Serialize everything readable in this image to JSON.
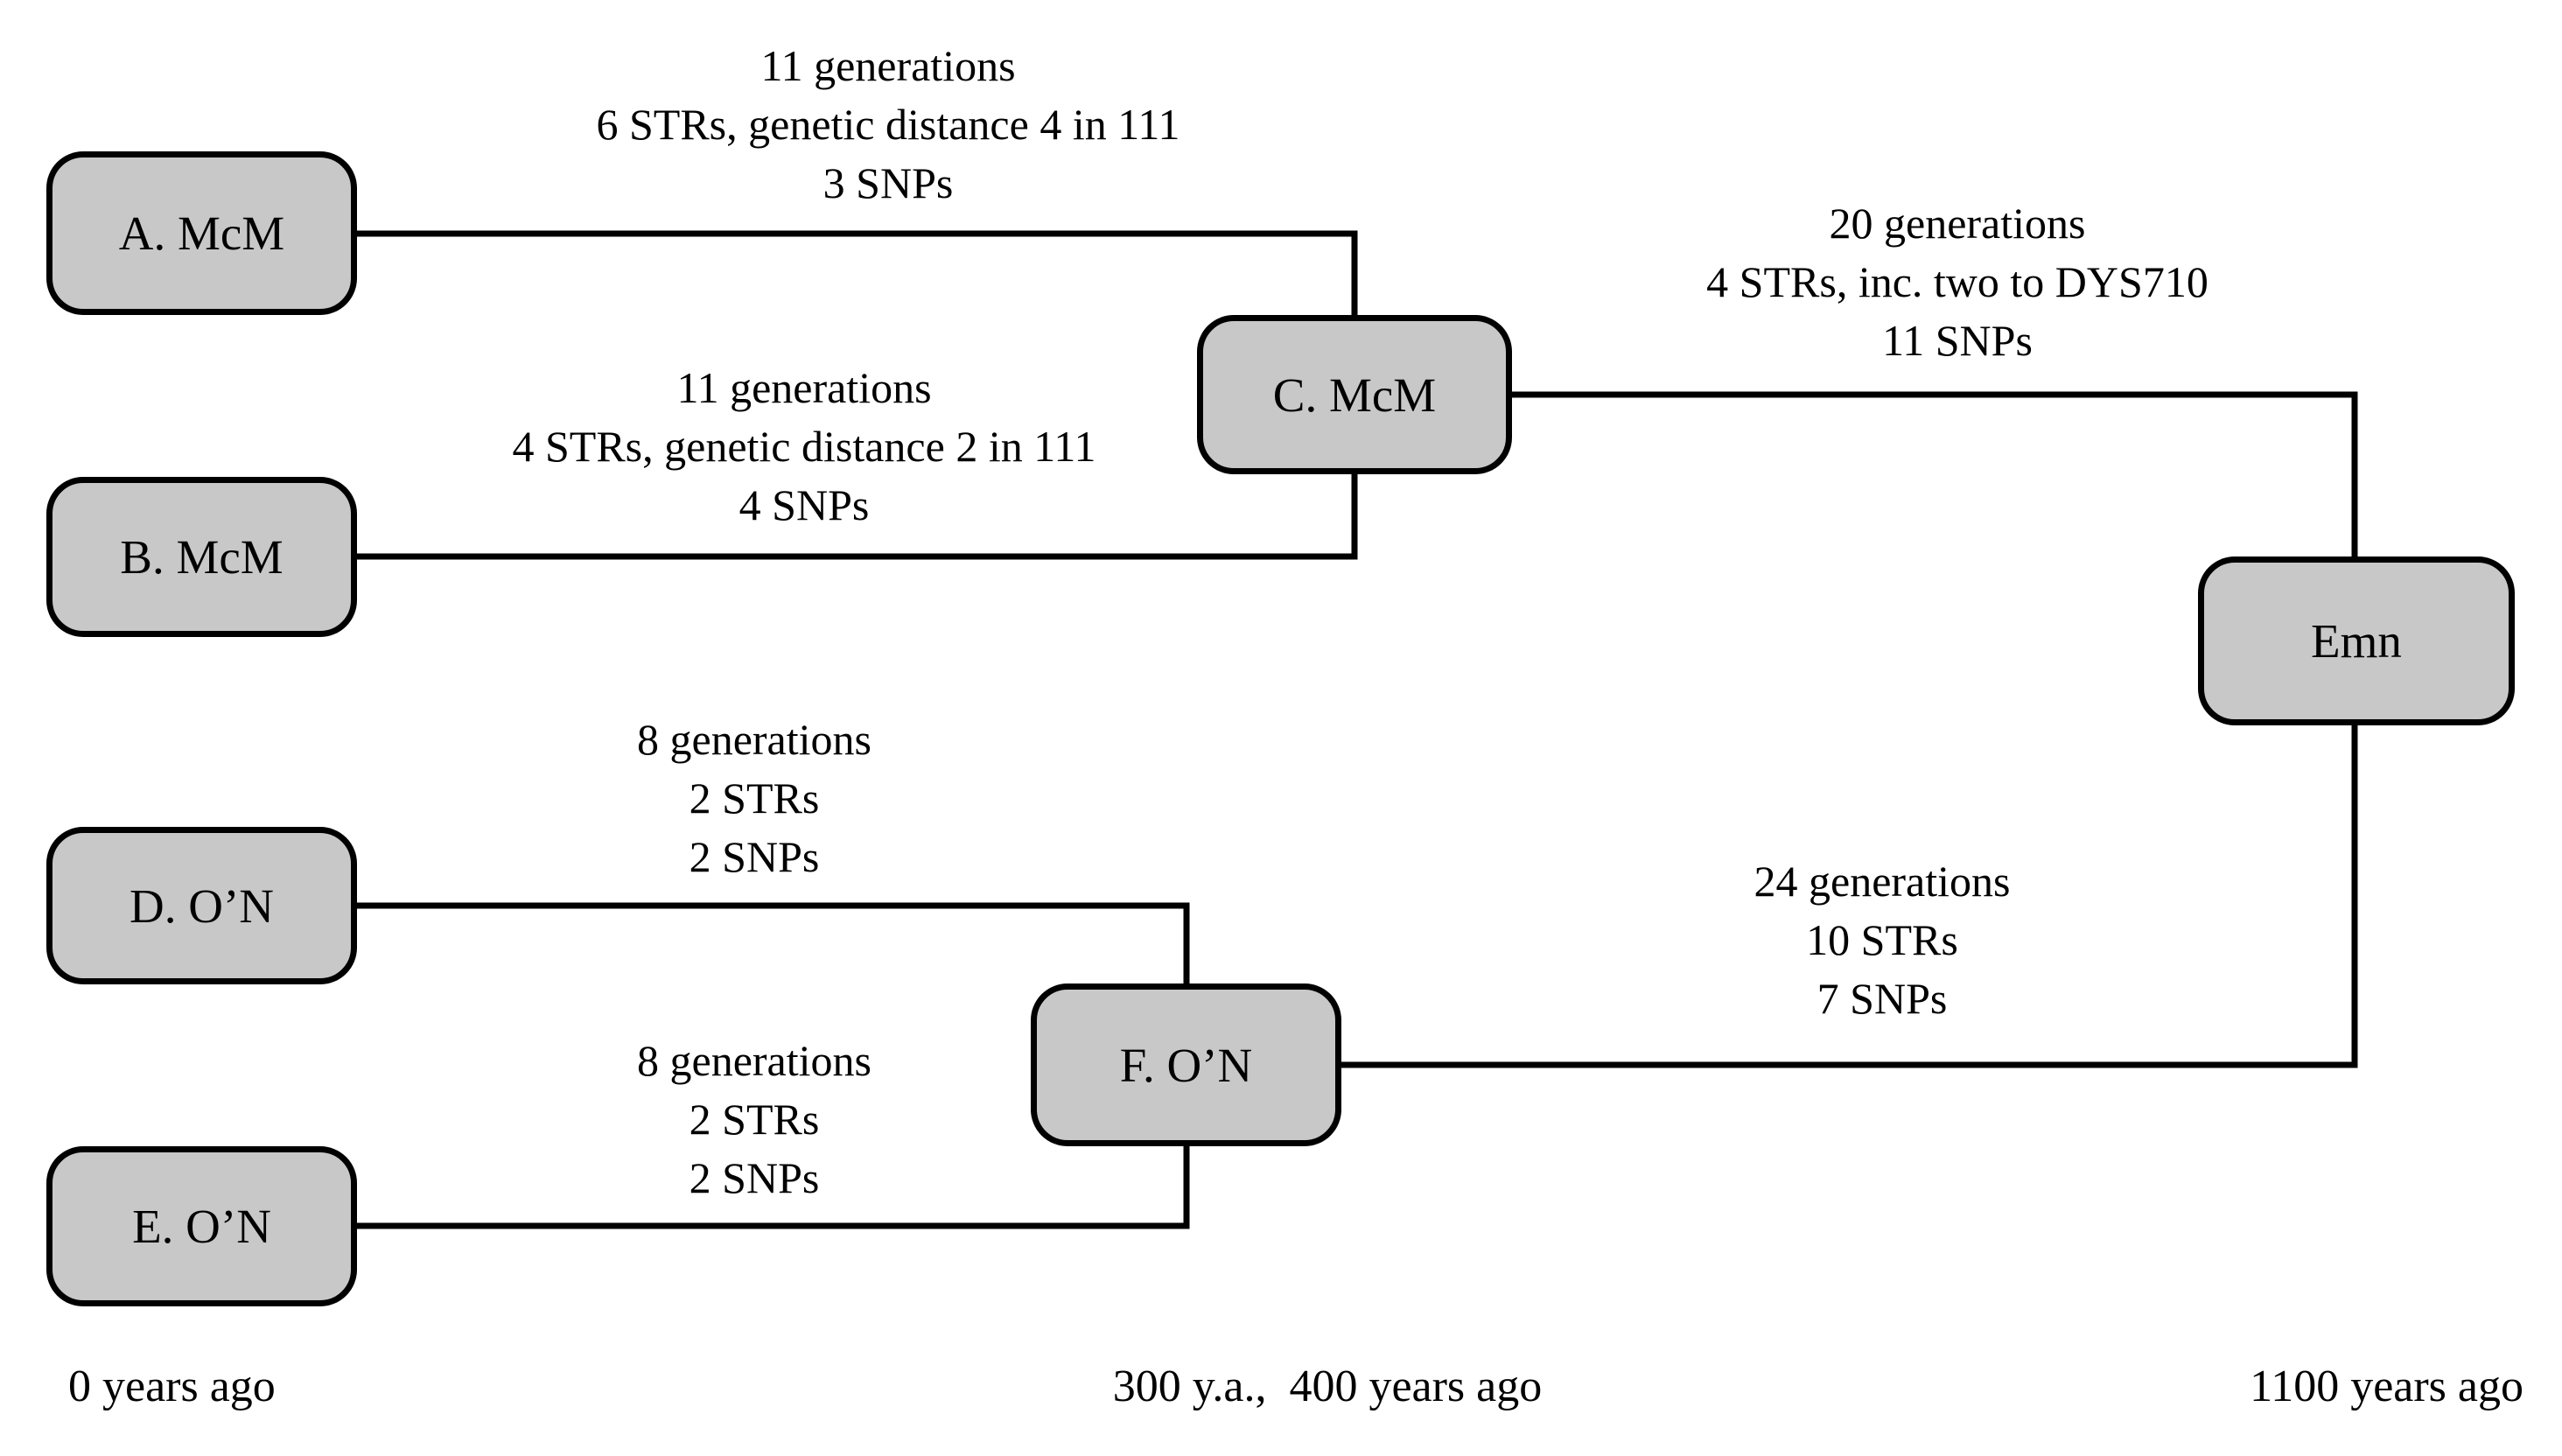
{
  "diagram": {
    "title_hint": "pedigree cladogram of genetic lineages",
    "colors": {
      "node_fill": "#c8c8c8",
      "stroke": "#000000",
      "background": "#ffffff",
      "text": "#000000"
    },
    "nodes": [
      {
        "id": "A",
        "label": "A. McM"
      },
      {
        "id": "B",
        "label": "B. McM"
      },
      {
        "id": "C",
        "label": "C. McM"
      },
      {
        "id": "D",
        "label": "D. O’N"
      },
      {
        "id": "E",
        "label": "E. O’N"
      },
      {
        "id": "F",
        "label": "F. O’N"
      },
      {
        "id": "Emn",
        "label": "Emn"
      }
    ],
    "edges": [
      {
        "from": "A. McM",
        "to": "C. McM",
        "lines": [
          "11 generations",
          "6 STRs, genetic distance 4 in 111",
          "3 SNPs"
        ]
      },
      {
        "from": "B. McM",
        "to": "C. McM",
        "lines": [
          "11 generations",
          "4 STRs, genetic distance 2 in 111",
          "4 SNPs"
        ]
      },
      {
        "from": "C. McM",
        "to": "Emn",
        "lines": [
          "20 generations",
          "4 STRs, inc. two to DYS710",
          "11 SNPs"
        ]
      },
      {
        "from": "D. O’N",
        "to": "F. O’N",
        "lines": [
          "8 generations",
          "2 STRs",
          "2 SNPs"
        ]
      },
      {
        "from": "E. O’N",
        "to": "F. O’N",
        "lines": [
          "8 generations",
          "2 STRs",
          "2 SNPs"
        ]
      },
      {
        "from": "F. O’N",
        "to": "Emn",
        "lines": [
          "24 generations",
          "10 STRs",
          "7 SNPs"
        ]
      }
    ],
    "timeline": {
      "left": "0 years ago",
      "center": "300 y.a.,  400 years ago",
      "right": "1100 years ago"
    }
  }
}
